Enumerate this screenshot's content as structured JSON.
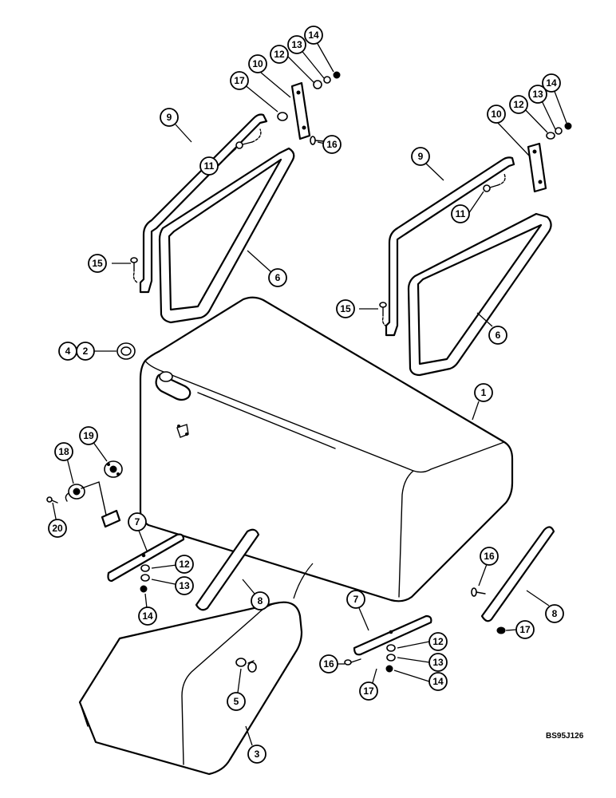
{
  "figure_code": "BS95J126",
  "callouts": [
    {
      "id": "c1",
      "label": "1"
    },
    {
      "id": "c2",
      "label": "2"
    },
    {
      "id": "c3",
      "label": "3"
    },
    {
      "id": "c4",
      "label": "4"
    },
    {
      "id": "c5",
      "label": "5"
    },
    {
      "id": "c6a",
      "label": "6"
    },
    {
      "id": "c6b",
      "label": "6"
    },
    {
      "id": "c7a",
      "label": "7"
    },
    {
      "id": "c7b",
      "label": "7"
    },
    {
      "id": "c8a",
      "label": "8"
    },
    {
      "id": "c8b",
      "label": "8"
    },
    {
      "id": "c9a",
      "label": "9"
    },
    {
      "id": "c9b",
      "label": "9"
    },
    {
      "id": "c10a",
      "label": "10"
    },
    {
      "id": "c10b",
      "label": "10"
    },
    {
      "id": "c11a",
      "label": "11"
    },
    {
      "id": "c11b",
      "label": "11"
    },
    {
      "id": "c12a",
      "label": "12"
    },
    {
      "id": "c12b",
      "label": "12"
    },
    {
      "id": "c12c",
      "label": "12"
    },
    {
      "id": "c12d",
      "label": "12"
    },
    {
      "id": "c13a",
      "label": "13"
    },
    {
      "id": "c13b",
      "label": "13"
    },
    {
      "id": "c13c",
      "label": "13"
    },
    {
      "id": "c13d",
      "label": "13"
    },
    {
      "id": "c14a",
      "label": "14"
    },
    {
      "id": "c14b",
      "label": "14"
    },
    {
      "id": "c14c",
      "label": "14"
    },
    {
      "id": "c14d",
      "label": "14"
    },
    {
      "id": "c15a",
      "label": "15"
    },
    {
      "id": "c15b",
      "label": "15"
    },
    {
      "id": "c16a",
      "label": "16"
    },
    {
      "id": "c16b",
      "label": "16"
    },
    {
      "id": "c16c",
      "label": "16"
    },
    {
      "id": "c17a",
      "label": "17"
    },
    {
      "id": "c17b",
      "label": "17"
    },
    {
      "id": "c17c",
      "label": "17"
    },
    {
      "id": "c18",
      "label": "18"
    },
    {
      "id": "c19",
      "label": "19"
    },
    {
      "id": "c20",
      "label": "20"
    }
  ]
}
